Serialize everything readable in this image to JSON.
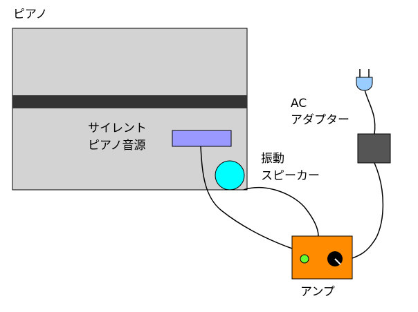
{
  "labels": {
    "piano": "ピアノ",
    "silent_source_line1": "サイレント",
    "silent_source_line2": "ピアノ音源",
    "shaker_line1": "振動",
    "shaker_line2": "スピーカー",
    "ac_line1": "AC",
    "ac_line2": "アダプター",
    "amp": "アンプ"
  },
  "colors": {
    "piano_body": "#d3d3d3",
    "piano_stripe": "#333333",
    "sound_module": "#9999ff",
    "speaker": "#00ffff",
    "adapter": "#555555",
    "plug": "#99ccff",
    "amp": "#ff8c00",
    "amp_led": "#66ff33",
    "amp_knob": "#000000"
  },
  "icons": {
    "plug": "power-plug-icon",
    "knob": "volume-knob-icon",
    "led": "power-led-icon"
  }
}
